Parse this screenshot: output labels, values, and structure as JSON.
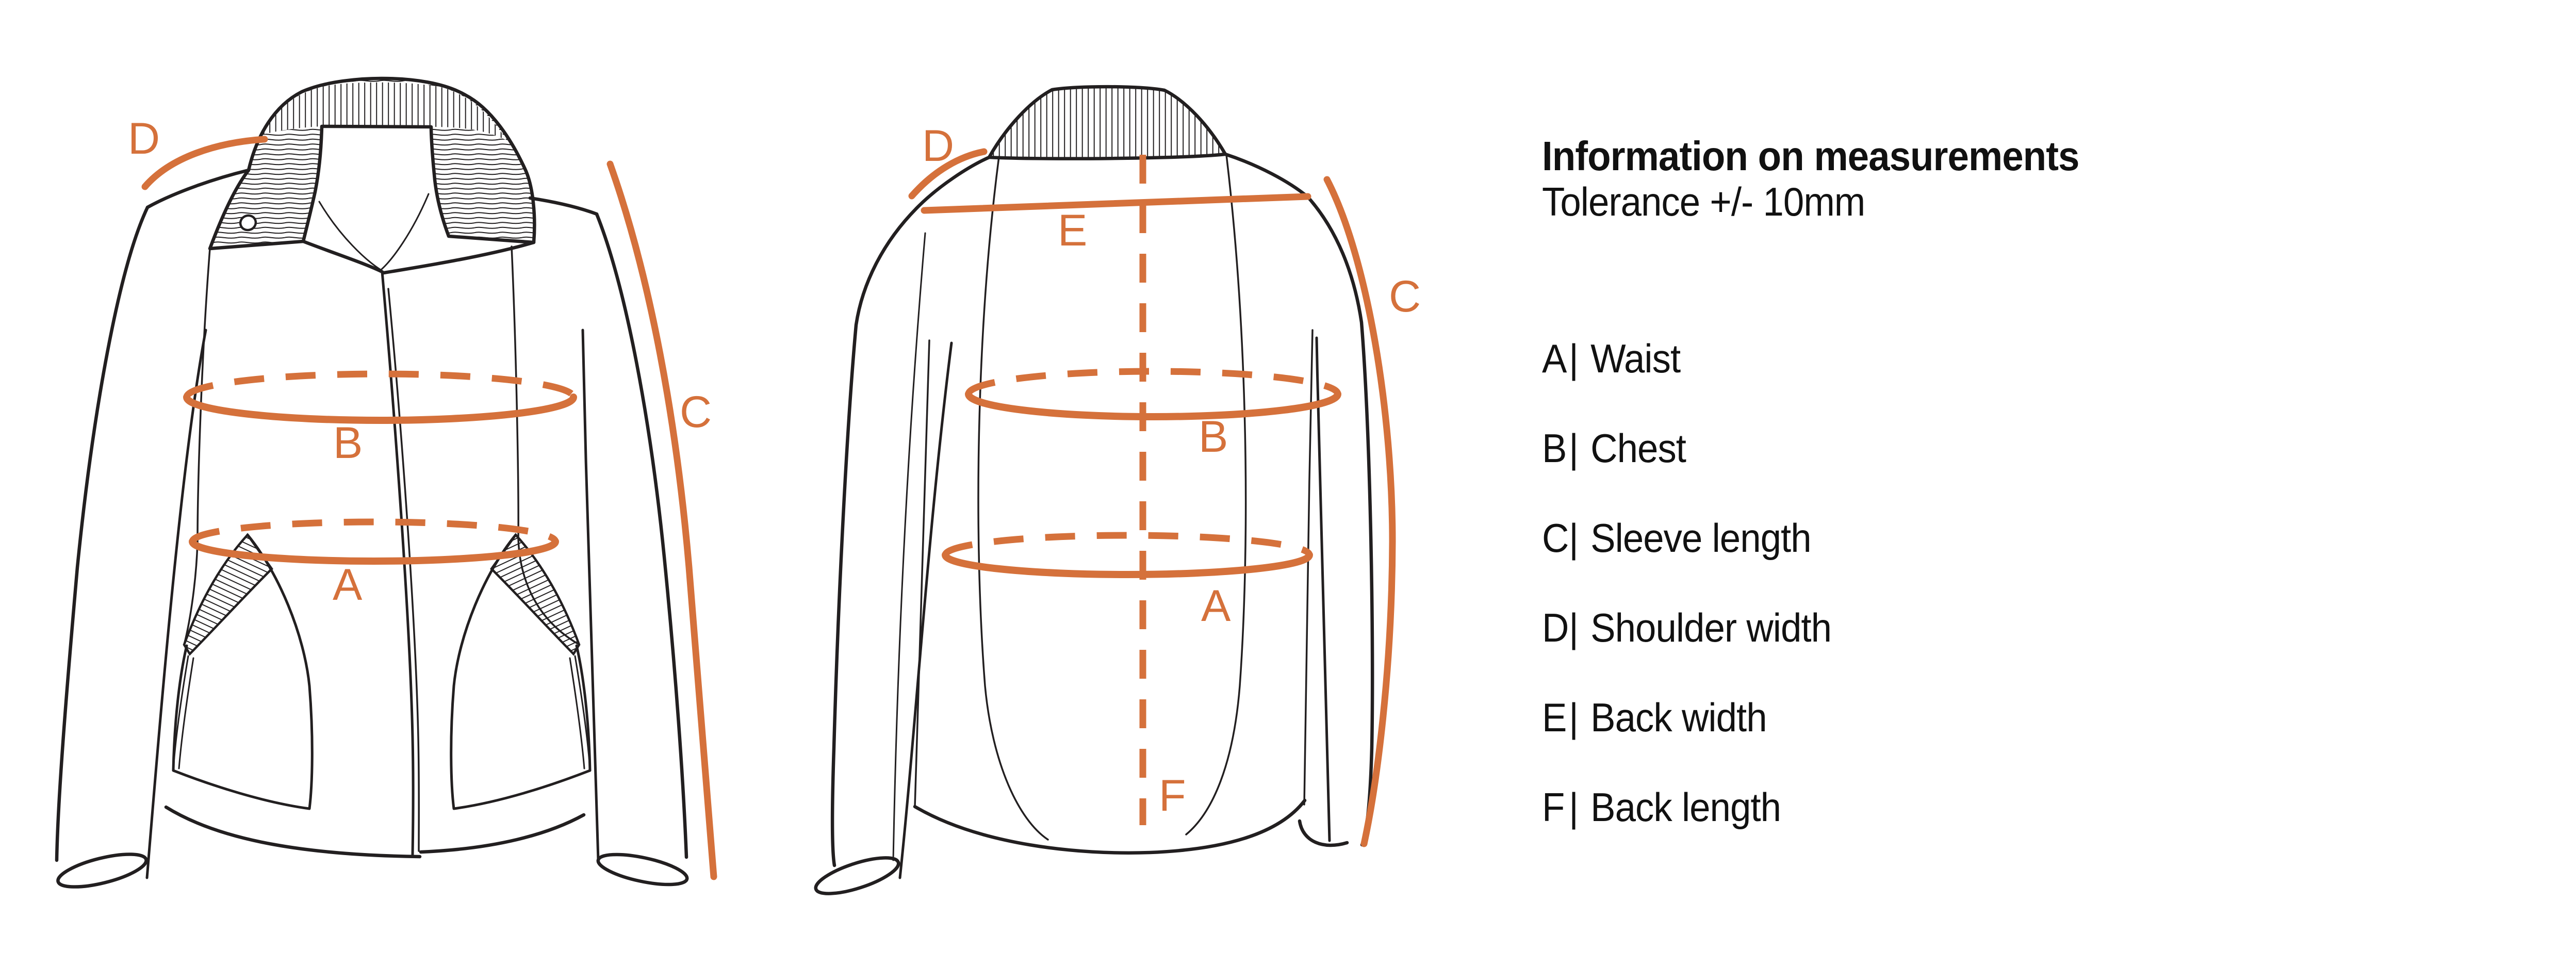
{
  "colors": {
    "accent": "#D5713B",
    "ink": "#221F20",
    "background": "#FFFFFF"
  },
  "legend": {
    "title": "Information on measurements",
    "tolerance": "Tolerance +/- 10mm",
    "separator": "|",
    "items": [
      {
        "letter": "A",
        "name": "Waist"
      },
      {
        "letter": "B",
        "name": "Chest"
      },
      {
        "letter": "C",
        "name": "Sleeve length"
      },
      {
        "letter": "D",
        "name": "Shoulder width"
      },
      {
        "letter": "E",
        "name": "Back width"
      },
      {
        "letter": "F",
        "name": "Back length"
      }
    ]
  },
  "diagram": {
    "front": {
      "view": "jacket front view",
      "labels": {
        "a": "A",
        "b": "B",
        "c": "C",
        "d": "D"
      }
    },
    "back": {
      "view": "jacket back view",
      "labels": {
        "a": "A",
        "b": "B",
        "c": "C",
        "d": "D",
        "e": "E",
        "f": "F"
      }
    }
  }
}
